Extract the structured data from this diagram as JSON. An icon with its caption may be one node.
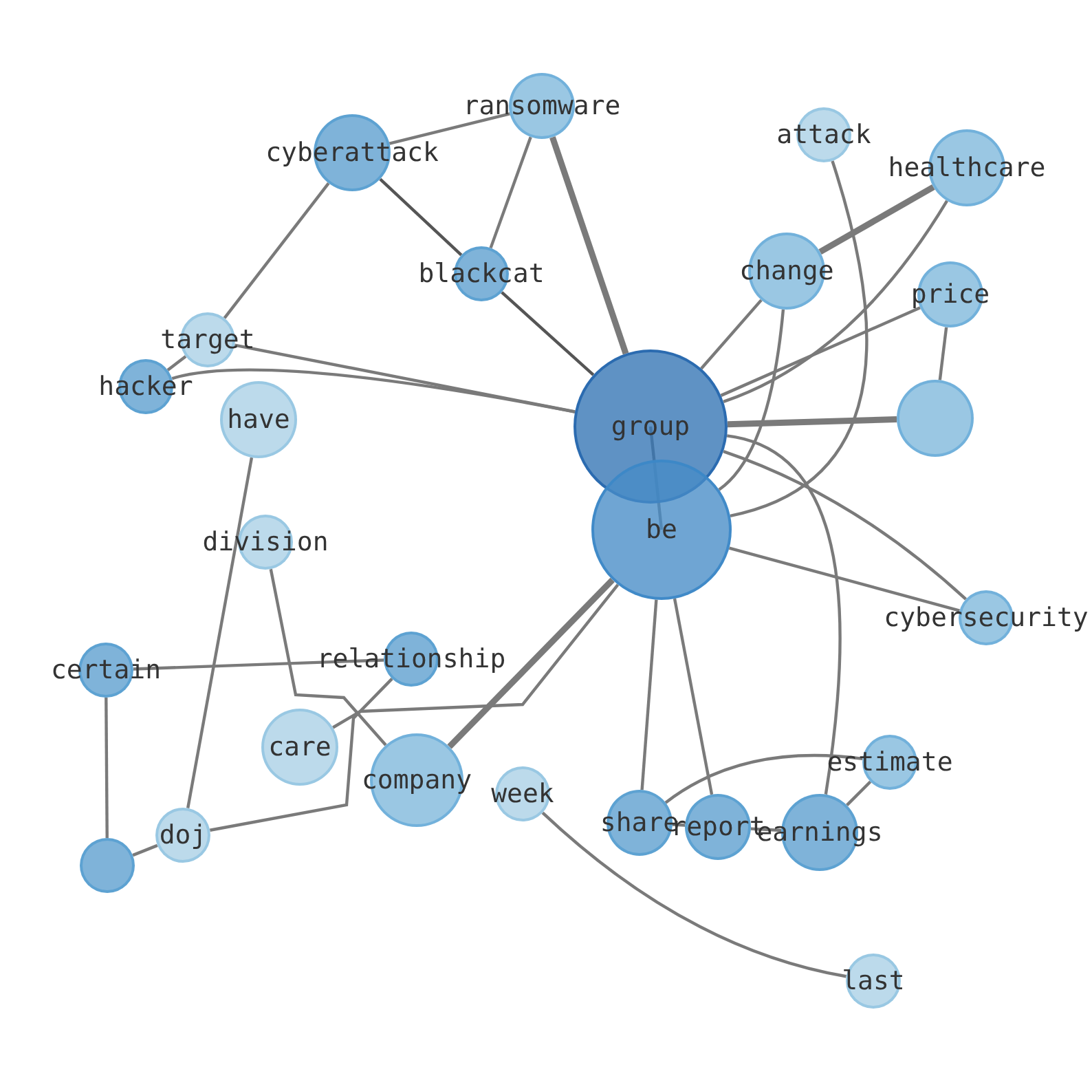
{
  "diagram": {
    "nodes": [
      {
        "text": [
          "ransomware"
        ]
      },
      {
        "text": [
          "cyberattack"
        ]
      },
      {
        "text": [
          "attack"
        ]
      },
      {
        "text": [
          "healthcare"
        ]
      },
      {
        "text": [
          "blackcat"
        ]
      },
      {
        "text": [
          "change"
        ]
      },
      {
        "text": [
          "price"
        ]
      },
      {
        "text": [
          "target"
        ]
      },
      {
        "text": [
          "hacker"
        ]
      },
      {
        "text": [
          "have"
        ]
      },
      {
        "text": [
          "group"
        ]
      },
      {
        "text": [],
        "shape": "circle"
      },
      {
        "text": [
          "be"
        ]
      },
      {
        "text": [
          "division"
        ]
      },
      {
        "text": [
          "cybersecurity"
        ]
      },
      {
        "text": [
          "certain"
        ]
      },
      {
        "text": [
          "relationship"
        ]
      },
      {
        "text": [
          "care"
        ]
      },
      {
        "text": [
          "company"
        ]
      },
      {
        "text": [
          "week"
        ]
      },
      {
        "text": [
          "estimate"
        ]
      },
      {
        "text": [
          "doj"
        ]
      },
      {
        "text": [
          "share"
        ]
      },
      {
        "text": [
          "report"
        ]
      },
      {
        "text": [
          "earnings"
        ]
      },
      {
        "text": [],
        "shape": "circle"
      },
      {
        "text": [
          "last"
        ]
      }
    ],
    "edges": [
      {
        "from": 0,
        "to": 1,
        "arrow": "none"
      },
      {
        "from": 0,
        "to": 4,
        "arrow": "none"
      },
      {
        "from": 0,
        "to": 10,
        "arrow": "none",
        "style": "thick"
      },
      {
        "from": 1,
        "to": 4,
        "arrow": "none",
        "color": "#555555"
      },
      {
        "from": 4,
        "to": 10,
        "arrow": "none",
        "color": "#555555"
      },
      {
        "from": 1,
        "to": 7,
        "arrow": "none"
      },
      {
        "from": 7,
        "to": 8,
        "arrow": "none"
      },
      {
        "from": 2,
        "to": 12,
        "arrow": "none"
      },
      {
        "from": 3,
        "to": 5,
        "arrow": "none",
        "style": "thick"
      },
      {
        "from": 3,
        "to": 10,
        "arrow": "none"
      },
      {
        "from": 5,
        "to": 10,
        "arrow": "none"
      },
      {
        "from": 5,
        "to": 12,
        "arrow": "none"
      },
      {
        "from": 6,
        "to": 10,
        "arrow": "none"
      },
      {
        "from": 6,
        "to": 11,
        "arrow": "none"
      },
      {
        "from": 7,
        "to": 10,
        "arrow": "none"
      },
      {
        "from": 8,
        "to": 10,
        "arrow": "none"
      },
      {
        "from": 9,
        "to": 21,
        "arrow": "none"
      },
      {
        "from": 10,
        "to": 11,
        "arrow": "none",
        "style": "thick"
      },
      {
        "from": 10,
        "to": 12,
        "arrow": "none"
      },
      {
        "from": 10,
        "to": 14,
        "arrow": "none"
      },
      {
        "from": 10,
        "to": 24,
        "arrow": "none"
      },
      {
        "from": 12,
        "to": 14,
        "arrow": "none"
      },
      {
        "from": 12,
        "to": 22,
        "arrow": "none"
      },
      {
        "from": 12,
        "to": 23,
        "arrow": "none"
      },
      {
        "from": 12,
        "to": 17,
        "arrow": "none"
      },
      {
        "from": 12,
        "to": 18,
        "arrow": "none",
        "style": "thick"
      },
      {
        "from": 13,
        "to": 18,
        "arrow": "none"
      },
      {
        "from": 15,
        "to": 16,
        "arrow": "none"
      },
      {
        "from": 15,
        "to": 25,
        "arrow": "none"
      },
      {
        "from": 16,
        "to": 21,
        "arrow": "none"
      },
      {
        "from": 21,
        "to": 25,
        "arrow": "none"
      },
      {
        "from": 19,
        "to": 26,
        "arrow": "none"
      },
      {
        "from": 22,
        "to": 23,
        "arrow": "none"
      },
      {
        "from": 23,
        "to": 24,
        "arrow": "none"
      },
      {
        "from": 22,
        "to": 20,
        "arrow": "none"
      },
      {
        "from": 20,
        "to": 24,
        "arrow": "none"
      }
    ]
  }
}
